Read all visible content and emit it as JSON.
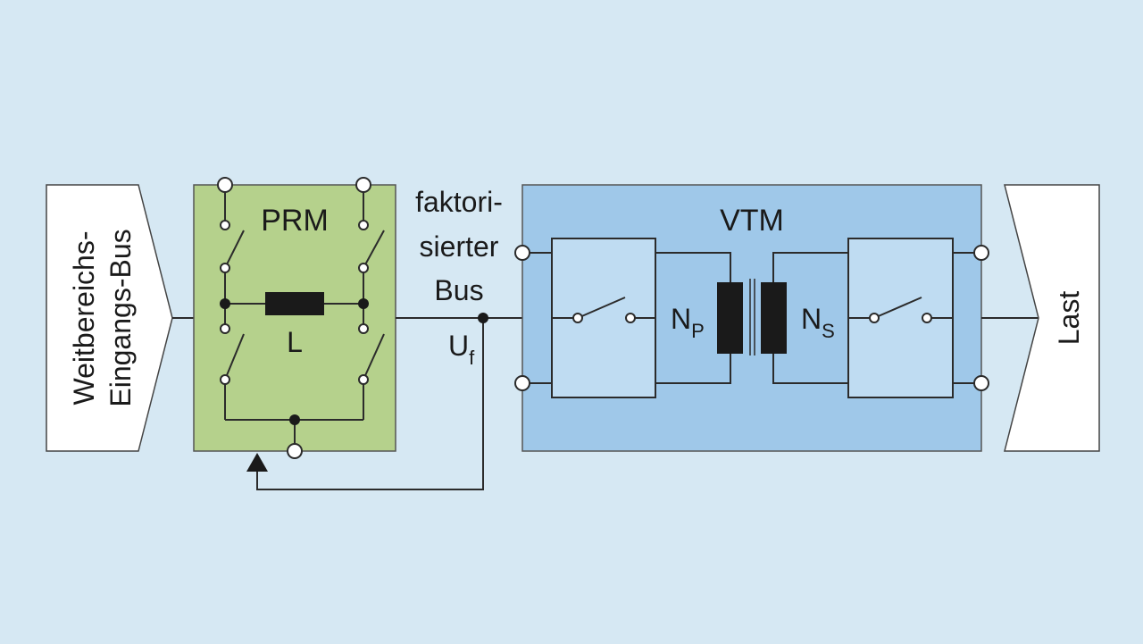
{
  "diagram": {
    "input_bus": {
      "line1": "Weitbereichs-",
      "line2": "Eingangs-Bus"
    },
    "prm": {
      "title": "PRM",
      "inductor": "L"
    },
    "factorized_bus": {
      "line1": "faktori-",
      "line2": "sierter",
      "line3": "Bus",
      "voltage": "U",
      "voltage_sub": "f"
    },
    "vtm": {
      "title": "VTM",
      "primary": "N",
      "primary_sub": "P",
      "secondary": "N",
      "secondary_sub": "S"
    },
    "load": "Last"
  },
  "colors": {
    "background": "#d6e8f3",
    "prm_fill": "#b5d18c",
    "vtm_fill": "#9fc8e9",
    "switch_box_fill": "#bfdcf2",
    "line": "#2b2b2b"
  }
}
